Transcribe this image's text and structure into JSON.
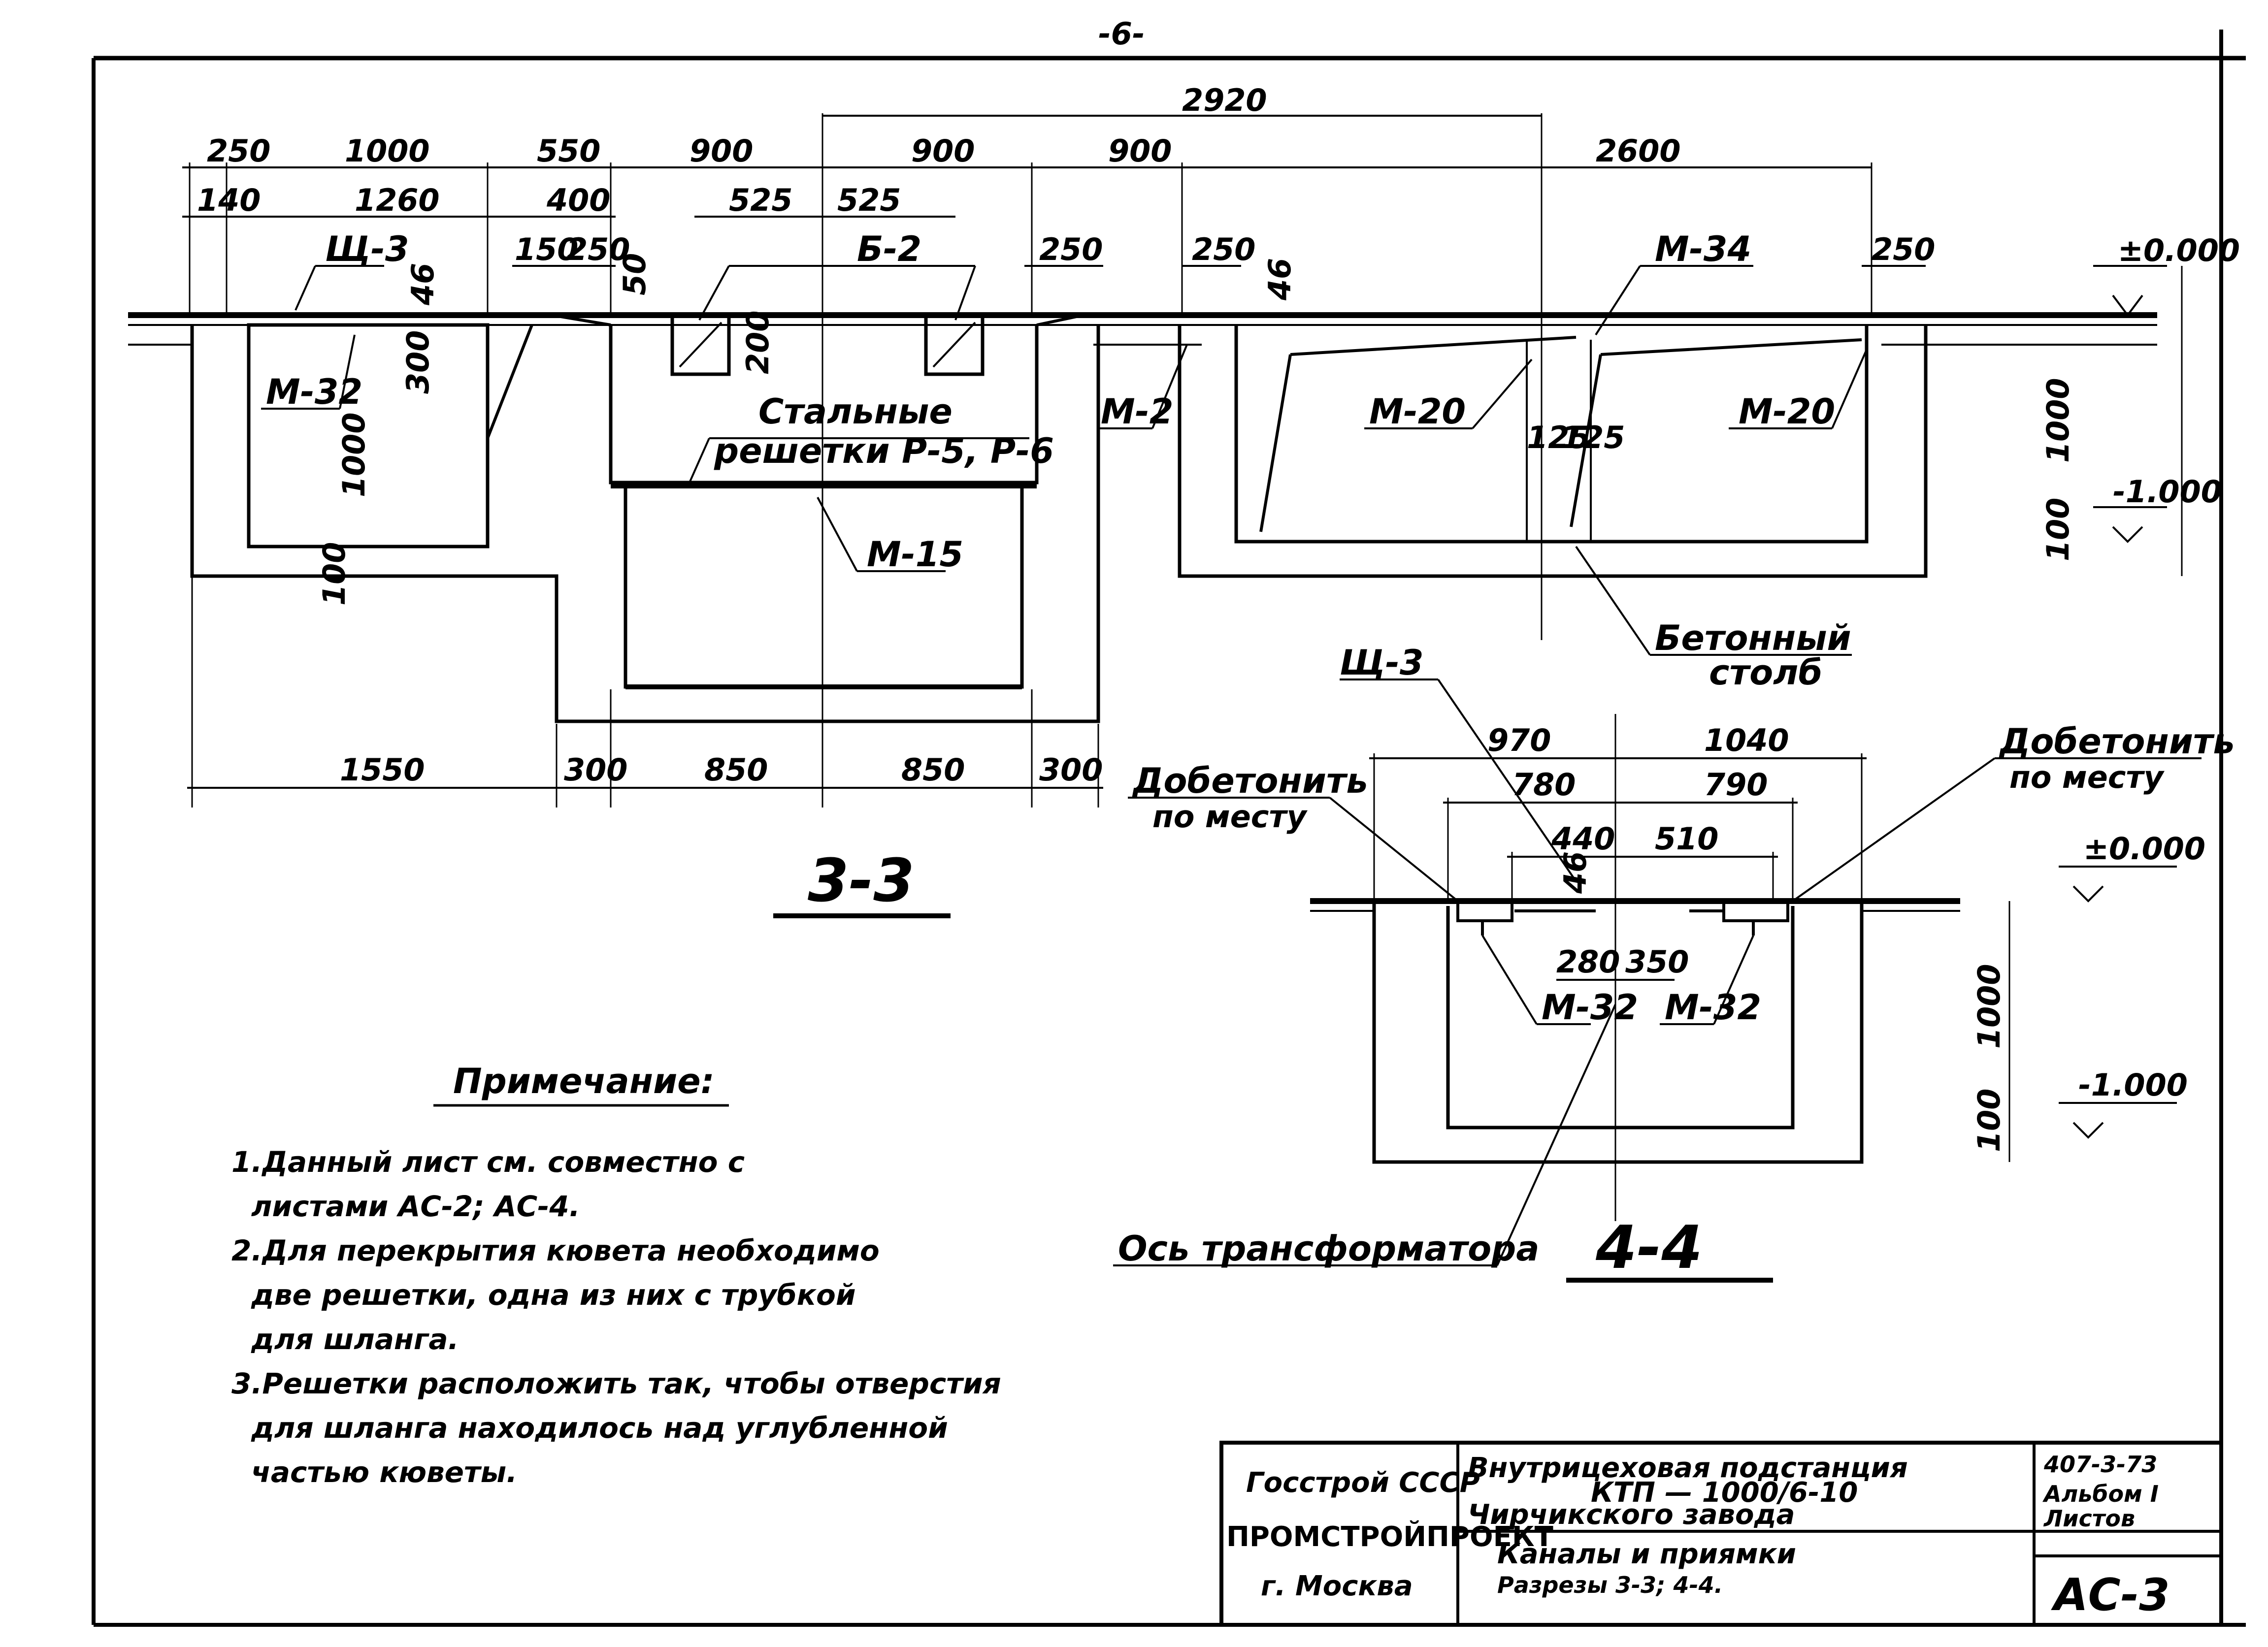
{
  "page": {
    "number": "-6-"
  },
  "section_3_3": {
    "title": "3-3",
    "dims_top": {
      "d2920": "2920",
      "d250a": "250",
      "d1000": "1000",
      "d550": "550",
      "d900a": "900",
      "d900b": "900",
      "d900c": "900",
      "d2600": "2600",
      "d140": "140",
      "d1260": "1260",
      "d400": "400",
      "d525a": "525",
      "d525b": "525",
      "d150": "150",
      "d250b": "250",
      "d250c": "250",
      "d250d": "250",
      "d250e": "250"
    },
    "dims_side": {
      "d46a": "46",
      "d300": "300",
      "d1000a": "1000",
      "d100": "100",
      "d50": "50",
      "d200": "200",
      "d46b": "46",
      "d1000b": "1000",
      "d100b": "100",
      "d125a": "125",
      "d125b": "125"
    },
    "dims_bottom": {
      "d1550": "1550",
      "d300a": "300",
      "d850a": "850",
      "d850b": "850",
      "d300b": "300"
    },
    "labels": {
      "sh3": "Щ-3",
      "m32": "М-32",
      "b2": "Б-2",
      "m34": "М-34",
      "m2a": "М-2",
      "m20a": "М-20",
      "m20b": "М-20",
      "m15": "М-15",
      "steel1": "Стальные",
      "steel2": "решетки Р-5, Р-6",
      "concrete1": "Бетонный",
      "concrete2": "столб"
    },
    "levels": {
      "top": "±0.000",
      "bottom": "-1.000"
    }
  },
  "section_4_4": {
    "title": "4-4",
    "dims": {
      "d970": "970",
      "d1040": "1040",
      "d780": "780",
      "d790": "790",
      "d440": "440",
      "d510": "510",
      "d280": "280",
      "d350": "350",
      "d46": "46",
      "d1000": "1000",
      "d100": "100"
    },
    "labels": {
      "sh3": "Щ-3",
      "m32a": "М-32",
      "m32b": "М-32",
      "fill_left1": "Добетонить",
      "fill_left2": "по месту",
      "fill_right1": "Добетонить",
      "fill_right2": "по месту",
      "axis": "Ось трансформатора"
    },
    "levels": {
      "top": "±0.000",
      "bottom": "-1.000"
    }
  },
  "notes": {
    "title": "Примечание:",
    "lines": [
      "1.Данный лист см. совместно с",
      "листами АС-2; АС-4.",
      "2.Для перекрытия кювета необходимо",
      "две решетки, одна из них с трубкой",
      "для шланга.",
      "3.Решетки расположить так, чтобы отверстия",
      "для шланга находилось над углубленной",
      "частью кюветы."
    ]
  },
  "title_block": {
    "org1": "Госстрой СССР",
    "org2": "ПРОМСТРОЙПРОЕКТ",
    "org3": "г. Москва",
    "project1": "Внутрицеховая подстанция",
    "project2": "КТП — 1000/6-10",
    "project3": "Чирчикского завода",
    "sheet1": "Каналы и приямки",
    "sheet2": "Разрезы 3-3; 4-4.",
    "code1": "407-3-73",
    "code2": "Альбом I",
    "code3": "Листов",
    "sheet_code": "АС-3"
  }
}
